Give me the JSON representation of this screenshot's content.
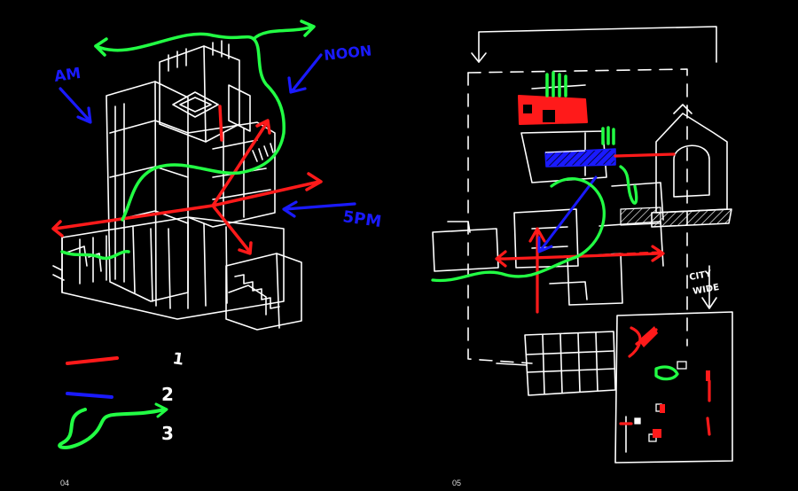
{
  "annotations": {
    "am": "AM",
    "noon": "NOON",
    "pm": "5PM",
    "citywide_line1": "CITY",
    "citywide_line2": "WIDE"
  },
  "legend": [
    {
      "label": "1",
      "color": "#ff1a1a"
    },
    {
      "label": "2",
      "color": "#1a1aff"
    },
    {
      "label": "3",
      "color": "#22ff44"
    }
  ],
  "colors": {
    "background": "#000000",
    "ink": "#ffffff",
    "red": "#ff1a1a",
    "blue": "#1a1aff",
    "green": "#22ff44"
  },
  "pages": {
    "left": "04",
    "right": "05"
  }
}
